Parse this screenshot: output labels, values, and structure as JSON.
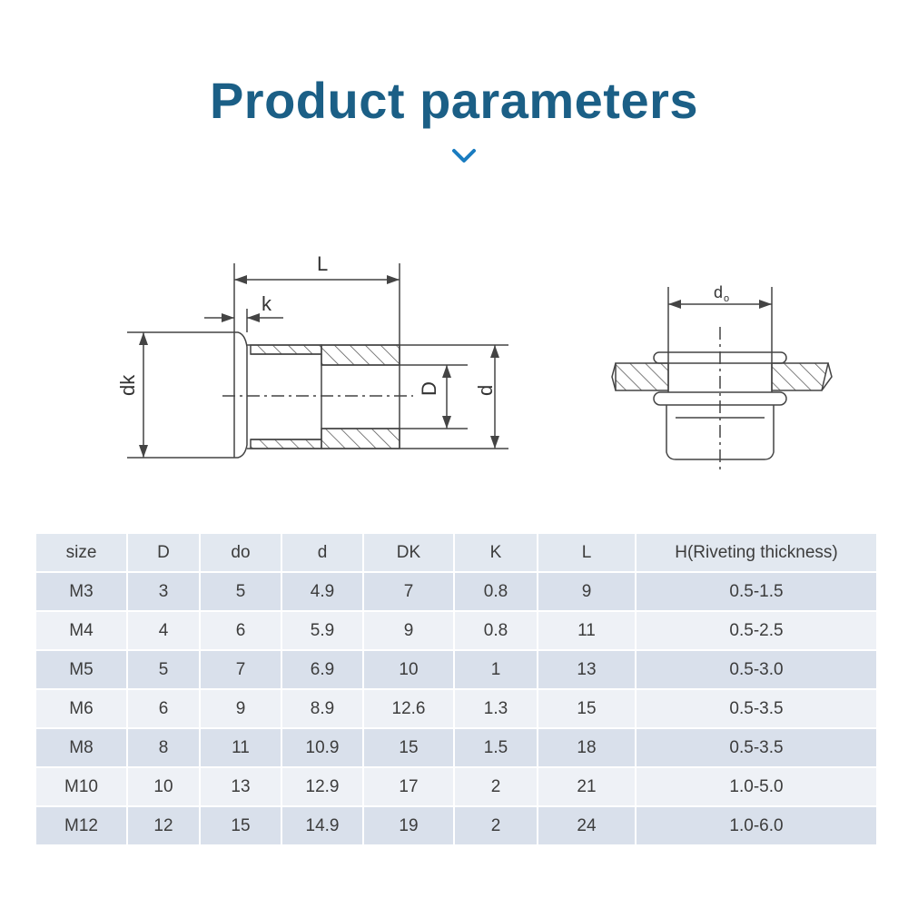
{
  "header": {
    "title": "Product parameters"
  },
  "colors": {
    "title": "#1b5f86",
    "chevron": "#1a7cc0",
    "row_dark": "#d9e0eb",
    "row_light": "#eef1f6"
  },
  "diagram": {
    "labels": {
      "L": "L",
      "k": "k",
      "dk": "dk",
      "D": "D",
      "d": "d",
      "do": "d",
      "do_sub": "o"
    }
  },
  "table": {
    "headers": [
      "size",
      "D",
      "do",
      "d",
      "DK",
      "K",
      "L",
      "H(Riveting thickness)"
    ],
    "rows": [
      [
        "M3",
        "3",
        "5",
        "4.9",
        "7",
        "0.8",
        "9",
        "0.5-1.5"
      ],
      [
        "M4",
        "4",
        "6",
        "5.9",
        "9",
        "0.8",
        "11",
        "0.5-2.5"
      ],
      [
        "M5",
        "5",
        "7",
        "6.9",
        "10",
        "1",
        "13",
        "0.5-3.0"
      ],
      [
        "M6",
        "6",
        "9",
        "8.9",
        "12.6",
        "1.3",
        "15",
        "0.5-3.5"
      ],
      [
        "M8",
        "8",
        "11",
        "10.9",
        "15",
        "1.5",
        "18",
        "0.5-3.5"
      ],
      [
        "M10",
        "10",
        "13",
        "12.9",
        "17",
        "2",
        "21",
        "1.0-5.0"
      ],
      [
        "M12",
        "12",
        "15",
        "14.9",
        "19",
        "2",
        "24",
        "1.0-6.0"
      ]
    ]
  }
}
